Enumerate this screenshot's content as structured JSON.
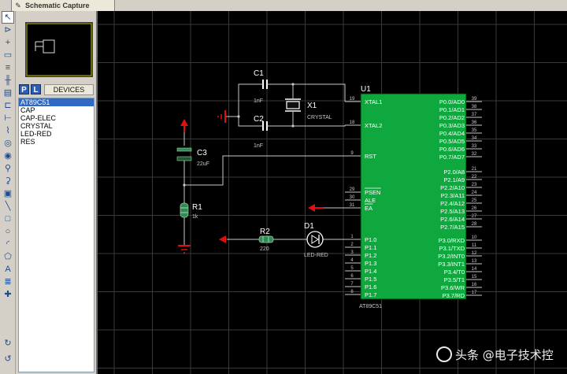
{
  "window": {
    "tab_title": "Schematic Capture"
  },
  "toolbar": {
    "icons": [
      "pointer-icon",
      "component-icon",
      "junction-dot-icon",
      "wire-label-icon",
      "text-script-icon",
      "bus-icon",
      "subcircuit-icon",
      "terminal-icon",
      "device-pin-icon",
      "graph-icon",
      "tape-recorder-icon",
      "generator-icon",
      "voltage-probe-icon",
      "current-probe-icon",
      "virtual-instrument-icon",
      "line-icon",
      "box-icon",
      "circle-icon",
      "arc-icon",
      "path-icon",
      "text-icon",
      "symbol-icon",
      "marker-icon",
      "rotate-cw-icon",
      "rotate-ccw-icon"
    ]
  },
  "devices_panel": {
    "p_label": "P",
    "l_label": "L",
    "title": "DEVICES",
    "items": [
      "AT89C51",
      "CAP",
      "CAP-ELEC",
      "CRYSTAL",
      "LED-RED",
      "RES"
    ],
    "selected_index": 0
  },
  "schematic": {
    "u1": {
      "ref": "U1",
      "part": "AT89C51",
      "left_pins": [
        {
          "num": "19",
          "name": "XTAL1"
        },
        {
          "num": "18",
          "name": "XTAL2"
        },
        {
          "num": "9",
          "name": "RST"
        },
        {
          "num": "29",
          "name": "PSEN"
        },
        {
          "num": "30",
          "name": "ALE"
        },
        {
          "num": "31",
          "name": "EA"
        },
        {
          "num": "1",
          "name": "P1.0"
        },
        {
          "num": "2",
          "name": "P1.1"
        },
        {
          "num": "3",
          "name": "P1.2"
        },
        {
          "num": "4",
          "name": "P1.3"
        },
        {
          "num": "5",
          "name": "P1.4"
        },
        {
          "num": "6",
          "name": "P1.5"
        },
        {
          "num": "7",
          "name": "P1.6"
        },
        {
          "num": "8",
          "name": "P1.7"
        }
      ],
      "right_pins": [
        {
          "num": "39",
          "name": "P0.0/AD0"
        },
        {
          "num": "38",
          "name": "P0.1/AD1"
        },
        {
          "num": "37",
          "name": "P0.2/AD2"
        },
        {
          "num": "36",
          "name": "P0.3/AD3"
        },
        {
          "num": "35",
          "name": "P0.4/AD4"
        },
        {
          "num": "34",
          "name": "P0.5/AD5"
        },
        {
          "num": "33",
          "name": "P0.6/AD6"
        },
        {
          "num": "32",
          "name": "P0.7/AD7"
        },
        {
          "num": "21",
          "name": "P2.0/A8"
        },
        {
          "num": "22",
          "name": "P2.1/A9"
        },
        {
          "num": "23",
          "name": "P2.2/A10"
        },
        {
          "num": "24",
          "name": "P2.3/A11"
        },
        {
          "num": "25",
          "name": "P2.4/A12"
        },
        {
          "num": "26",
          "name": "P2.5/A13"
        },
        {
          "num": "27",
          "name": "P2.6/A14"
        },
        {
          "num": "28",
          "name": "P2.7/A15"
        },
        {
          "num": "10",
          "name": "P3.0/RXD"
        },
        {
          "num": "11",
          "name": "P3.1/TXD"
        },
        {
          "num": "12",
          "name": "P3.2/INT0"
        },
        {
          "num": "13",
          "name": "P3.3/INT1"
        },
        {
          "num": "14",
          "name": "P3.4/T0"
        },
        {
          "num": "15",
          "name": "P3.5/T1"
        },
        {
          "num": "16",
          "name": "P3.6/WR"
        },
        {
          "num": "17",
          "name": "P3.7/RD"
        }
      ]
    },
    "c1": {
      "ref": "C1",
      "value": "1nF"
    },
    "c2": {
      "ref": "C2",
      "value": "1nF"
    },
    "x1": {
      "ref": "X1",
      "value": "CRYSTAL"
    },
    "c3": {
      "ref": "C3",
      "value": "22uF"
    },
    "r1": {
      "ref": "R1",
      "value": "1k"
    },
    "r2": {
      "ref": "R2",
      "value": "220"
    },
    "d1": {
      "ref": "D1",
      "value": "LED-RED"
    }
  },
  "colors": {
    "canvas_bg": "#000000",
    "grid": "#3a3a3a",
    "wire": "#c8c8c8",
    "chip_fill": "#0fa83f",
    "chip_border": "#003300",
    "label_text": "#ffffff",
    "value_text": "#c8c8c8",
    "pin_num": "#c8c8c8",
    "power_red": "#e01010",
    "component_green": "#2e8b57"
  },
  "watermark": {
    "text": "头条 @电子技术控"
  }
}
